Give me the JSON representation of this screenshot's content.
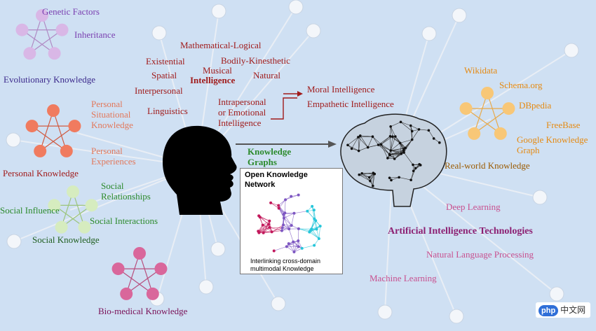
{
  "evolutionary": {
    "genetic_factors": "Genetic Factors",
    "inheritance": "Inheritance",
    "title": "Evolutionary Knowledge"
  },
  "personal": {
    "situational": "Personal\nSituational\nKnowledge",
    "experiences": "Personal\nExperiences",
    "title": "Personal Knowledge"
  },
  "social": {
    "relationships": "Social\nRelationships",
    "influence": "Social Influence",
    "interactions": "Social Interactions",
    "title": "Social Knowledge"
  },
  "biomedical": {
    "title": "Bio-medical Knowledge"
  },
  "intelligence": {
    "existential": "Existential",
    "mathematical": "Mathematical-Logical",
    "bodily": "Bodily-Kinesthetic",
    "spatial": "Spatial",
    "musical": "Musical",
    "natural": "Natural",
    "interpersonal": "Interpersonal",
    "title": "Intelligence",
    "linguistics": "Linguistics",
    "intrapersonal": "Intrapersonal\nor Emotional\nIntelligence",
    "moral": "Moral Intelligence",
    "empathetic": "Empathetic Intelligence"
  },
  "knowledge_graphs": {
    "title": "Knowledge\nGraphs",
    "okn_title": "Open Knowledge\nNetwork",
    "okn_caption": "Interlinking cross-domain\nmultimodal Knowledge"
  },
  "real_world": {
    "wikidata": "Wikidata",
    "schema": "Schema.org",
    "dbpedia": "DBpedia",
    "freebase": "FreeBase",
    "google": "Google Knowledge\nGraph",
    "title": "Real-world Knowledge"
  },
  "ai": {
    "deep_learning": "Deep Learning",
    "title": "Artificial Intelligence Technologies",
    "nlp": "Natural Language Processing",
    "machine_learning": "Machine Learning"
  },
  "watermark": {
    "logo": "php",
    "site": "中文网"
  },
  "colors": {
    "background": "#cfe0f3",
    "evolutionary_node": "#d9b7e6",
    "personal_node": "#f07b5f",
    "social_node": "#d6ecbf",
    "biomedical_node": "#d9679b",
    "realworld_node": "#f8c777",
    "peripheral_node": "#f3f6fa"
  }
}
